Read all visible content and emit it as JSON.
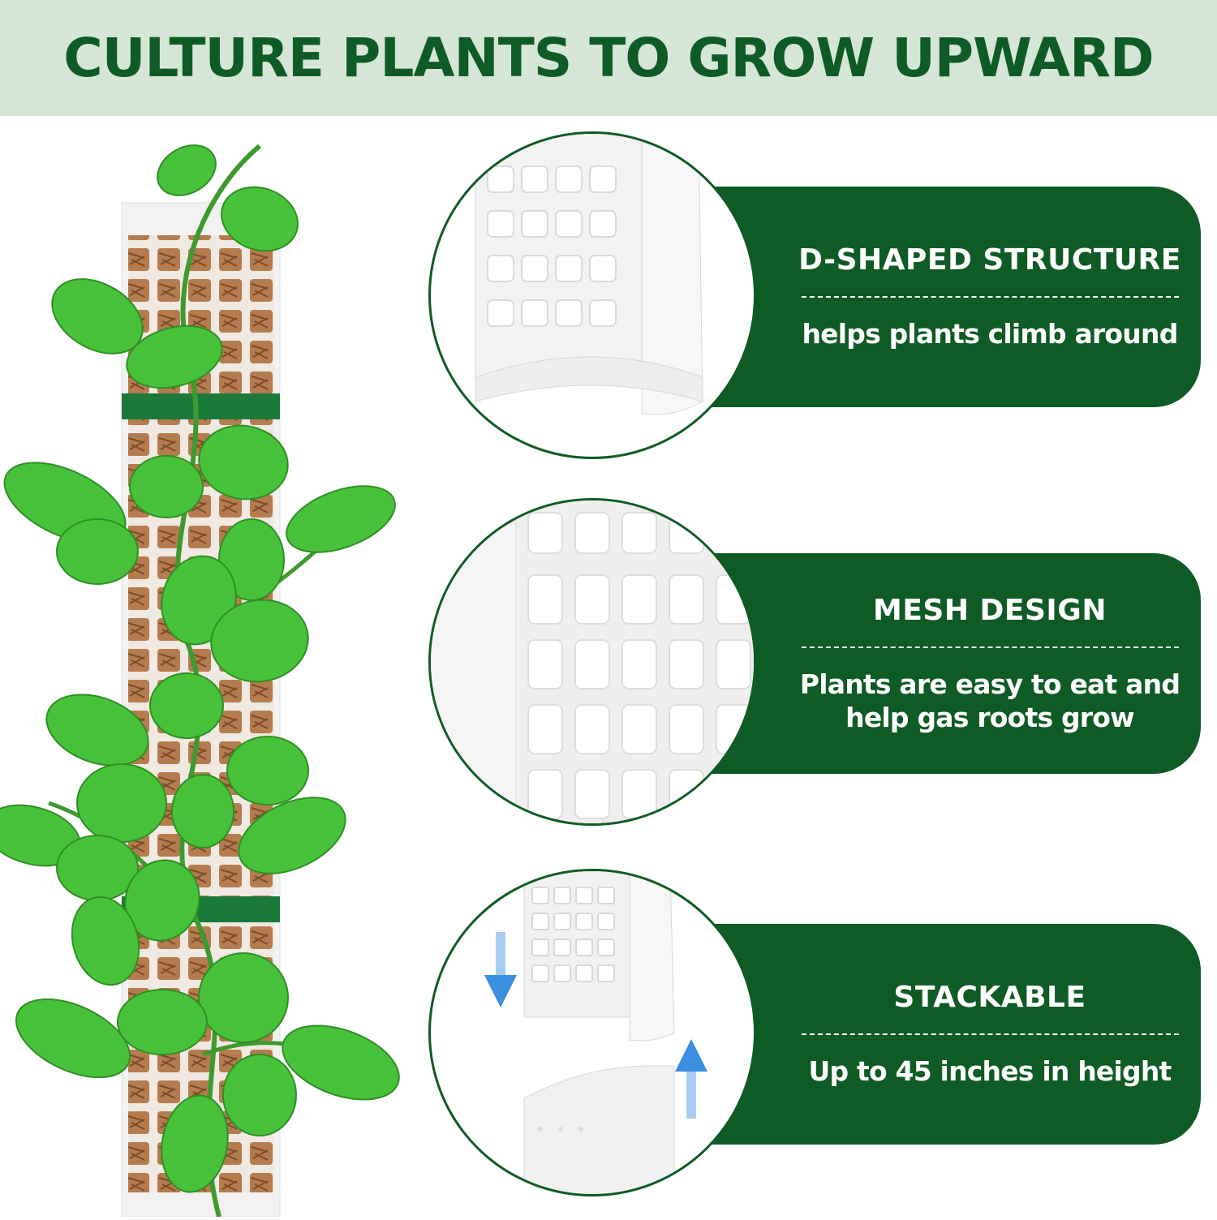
{
  "header": {
    "title": "CULTURE PLANTS TO GROW UPWARD"
  },
  "features": [
    {
      "title": "D-SHAPED STRUCTURE",
      "description": "helps plants climb around"
    },
    {
      "title": "MESH DESIGN",
      "description_lines": [
        "Plants are easy to eat and",
        "help gas roots grow"
      ]
    },
    {
      "title": "STACKABLE",
      "description": "Up to 45 inches in height"
    }
  ],
  "colors": {
    "header_bg": "#d5e6d6",
    "brand_green": "#0f5b25",
    "leaf_green": "#4cc43b",
    "fiber_brown": "#b57c4f",
    "arrow_blue": "#3a8fde"
  }
}
